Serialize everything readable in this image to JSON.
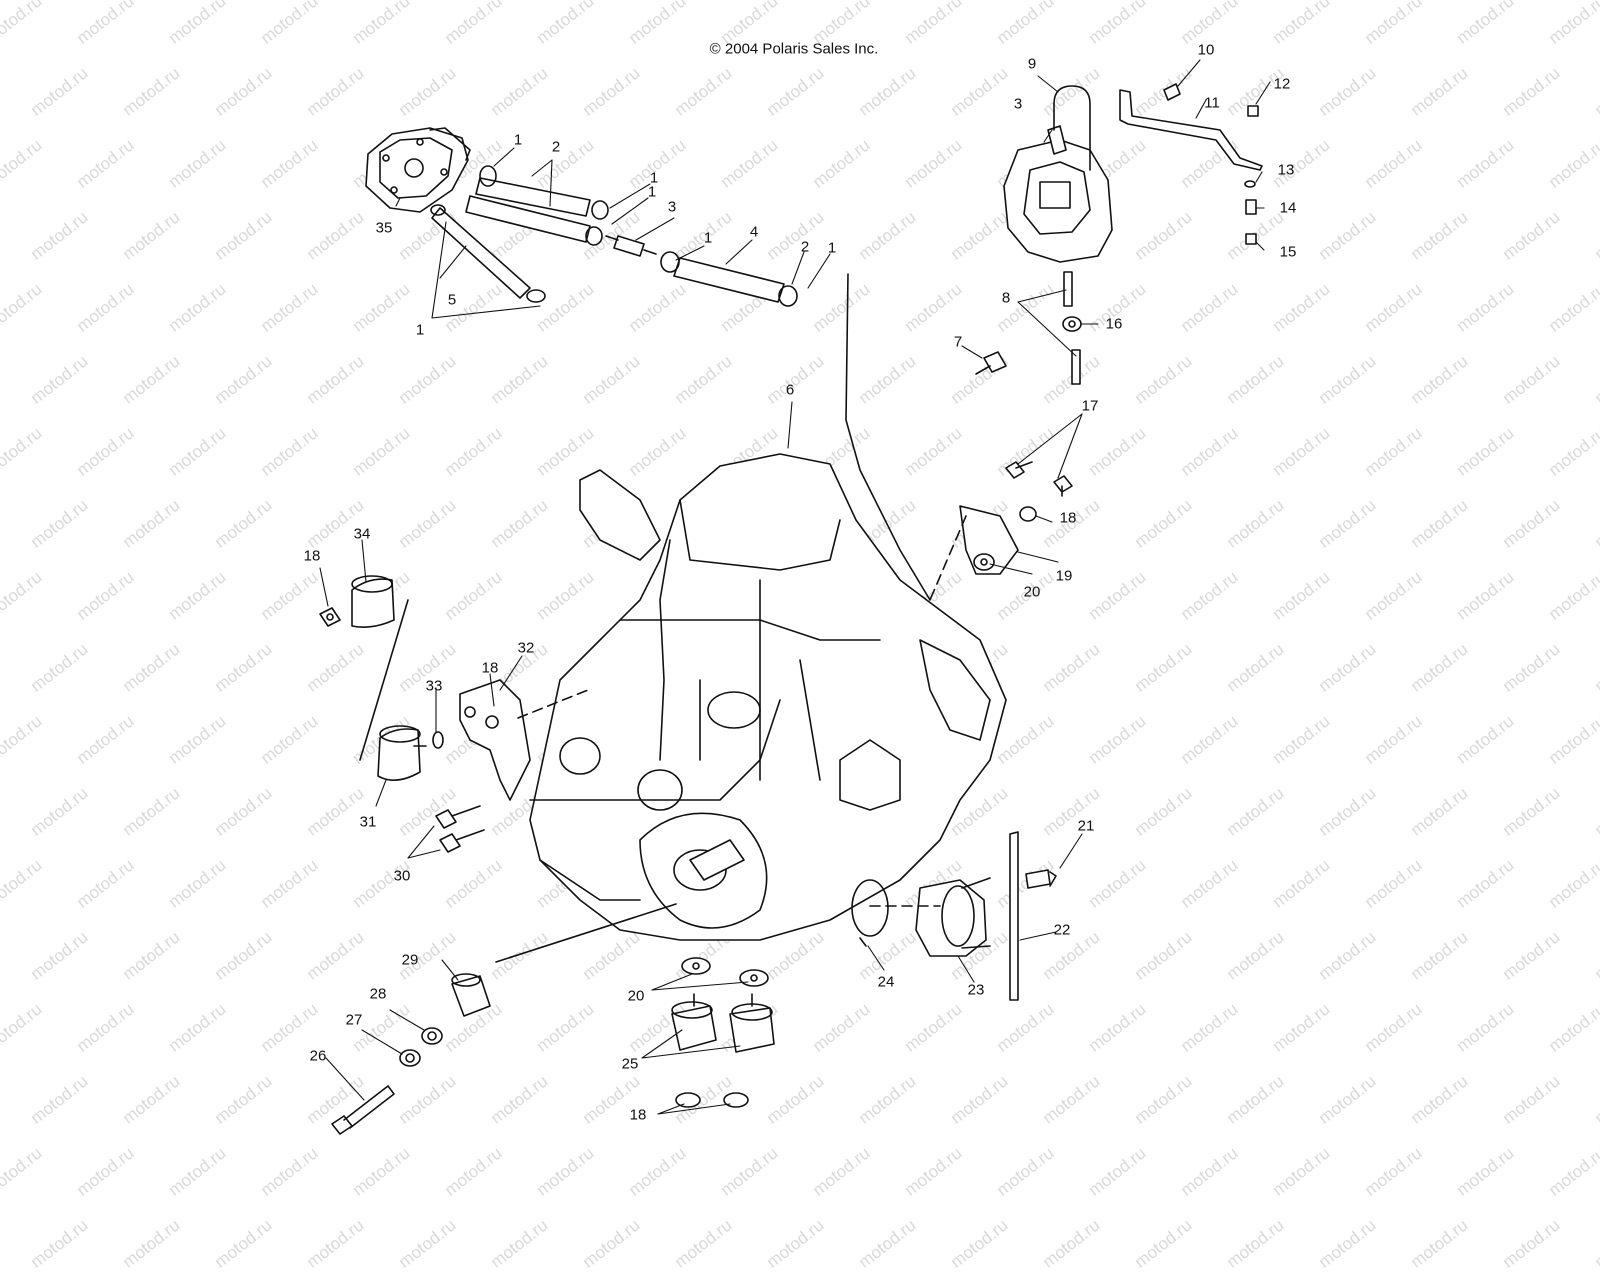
{
  "copyright": "© 2004 Polaris Sales Inc.",
  "watermark": "motod.ru",
  "callouts": [
    "1",
    "2",
    "3",
    "4",
    "5",
    "6",
    "7",
    "8",
    "9",
    "10",
    "11",
    "12",
    "13",
    "14",
    "15",
    "16",
    "17",
    "18",
    "19",
    "20",
    "21",
    "22",
    "23",
    "24",
    "25",
    "26",
    "27",
    "28",
    "29",
    "30",
    "31",
    "32",
    "33",
    "34",
    "35"
  ],
  "colors": {
    "line": "#111111",
    "watermark": "#d9d9d9",
    "background": "#ffffff"
  }
}
